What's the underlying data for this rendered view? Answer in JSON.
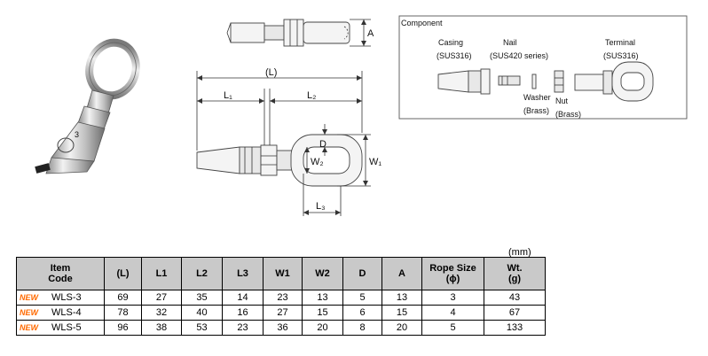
{
  "component_box": {
    "title": "Component",
    "casing_name": "Casing",
    "casing_material": "(SUS316)",
    "nail_name": "Nail",
    "nail_material": "(SUS420 series)",
    "washer_name": "Washer",
    "washer_material": "(Brass)",
    "nut_name": "Nut",
    "nut_material": "(Brass)",
    "terminal_name": "Terminal",
    "terminal_material": "(SUS316)"
  },
  "dimensions": {
    "L": "(L)",
    "L1": "L₁",
    "L2": "L₂",
    "L3": "L₃",
    "W1": "W₁",
    "W2": "W₂",
    "D": "D",
    "A": "A"
  },
  "product_photo_marking": "3",
  "table": {
    "unit": "(mm)",
    "headers": {
      "item_code_line1": "Item",
      "item_code_line2": "Code",
      "L": "(L)",
      "L1": "L1",
      "L2": "L2",
      "L3": "L3",
      "W1": "W1",
      "W2": "W2",
      "D": "D",
      "A": "A",
      "rope_line1": "Rope Size",
      "rope_line2": "(ϕ)",
      "wt_line1": "Wt.",
      "wt_line2": "(g)"
    },
    "rows": [
      {
        "badge": "NEW",
        "code": "WLS-3",
        "L": "69",
        "L1": "27",
        "L2": "35",
        "L3": "14",
        "W1": "23",
        "W2": "13",
        "D": "5",
        "A": "13",
        "rope": "3",
        "wt": "43"
      },
      {
        "badge": "NEW",
        "code": "WLS-4",
        "L": "78",
        "L1": "32",
        "L2": "40",
        "L3": "16",
        "W1": "27",
        "W2": "15",
        "D": "6",
        "A": "15",
        "rope": "4",
        "wt": "67"
      },
      {
        "badge": "NEW",
        "code": "WLS-5",
        "L": "96",
        "L1": "38",
        "L2": "53",
        "L3": "23",
        "W1": "36",
        "W2": "20",
        "D": "8",
        "A": "20",
        "rope": "5",
        "wt": "133"
      }
    ]
  }
}
